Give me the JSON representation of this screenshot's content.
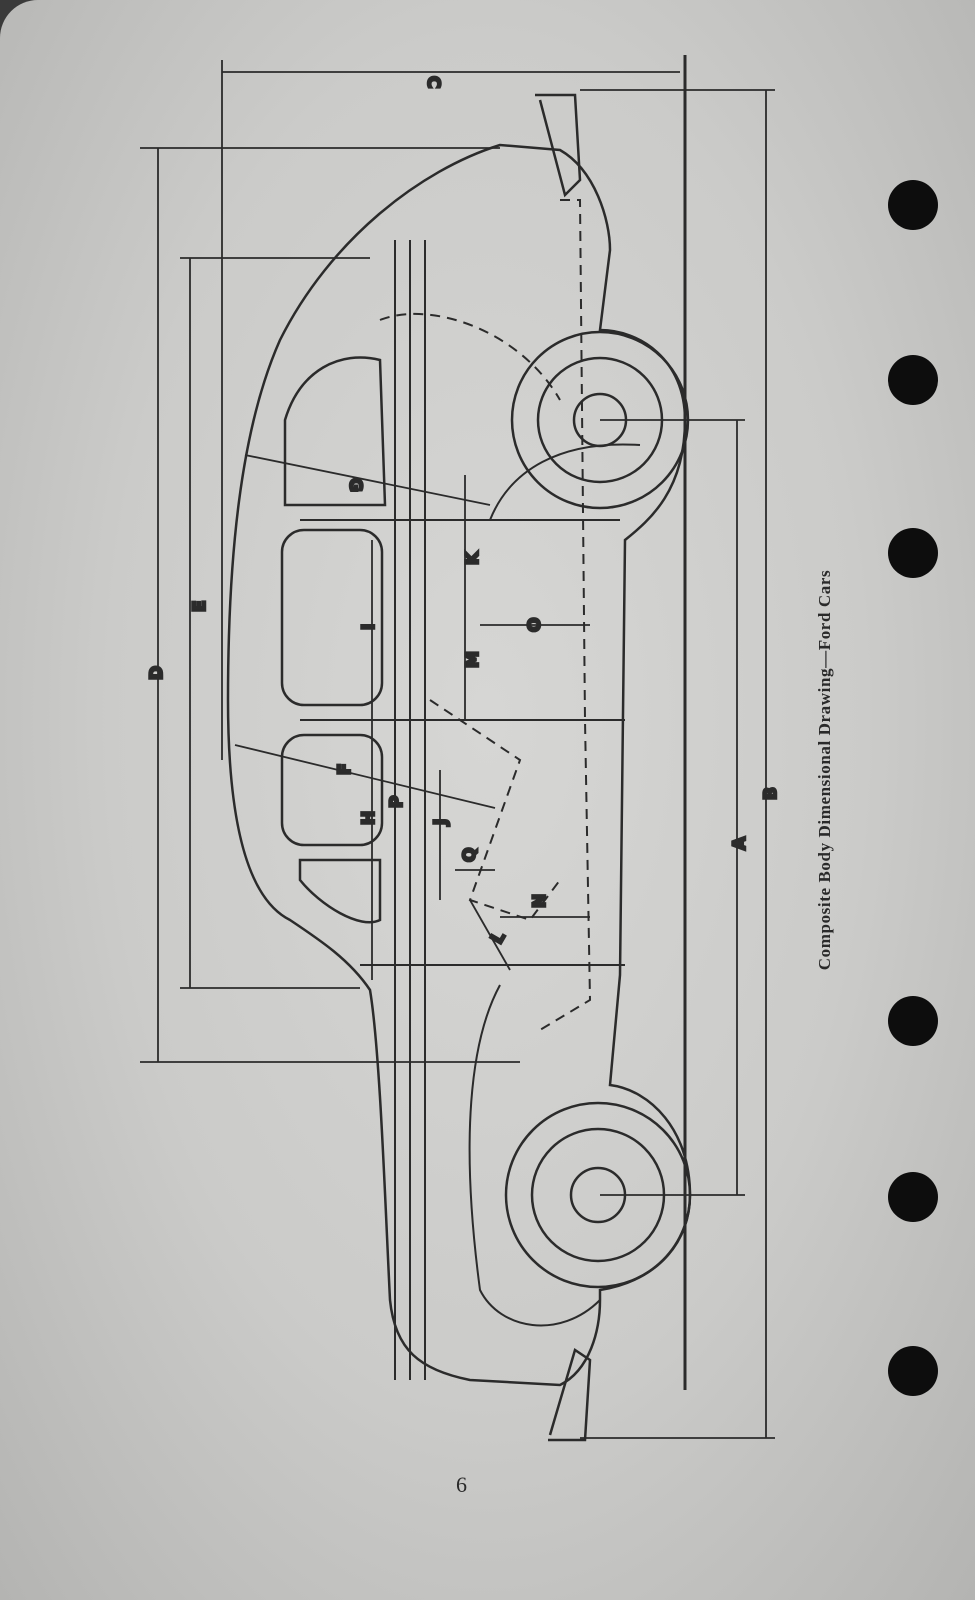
{
  "figure": {
    "caption": "Composite Body Dimensional Drawing—Ford Cars",
    "dimension_labels": [
      "A",
      "B",
      "C",
      "D",
      "E",
      "F",
      "G",
      "H",
      "I",
      "J",
      "K",
      "L",
      "M",
      "N",
      "O",
      "P",
      "Q"
    ]
  },
  "page_number": "6",
  "binder_holes": 6,
  "colors": {
    "paper": "#cbcbc9",
    "ink": "#2b2b2b"
  }
}
